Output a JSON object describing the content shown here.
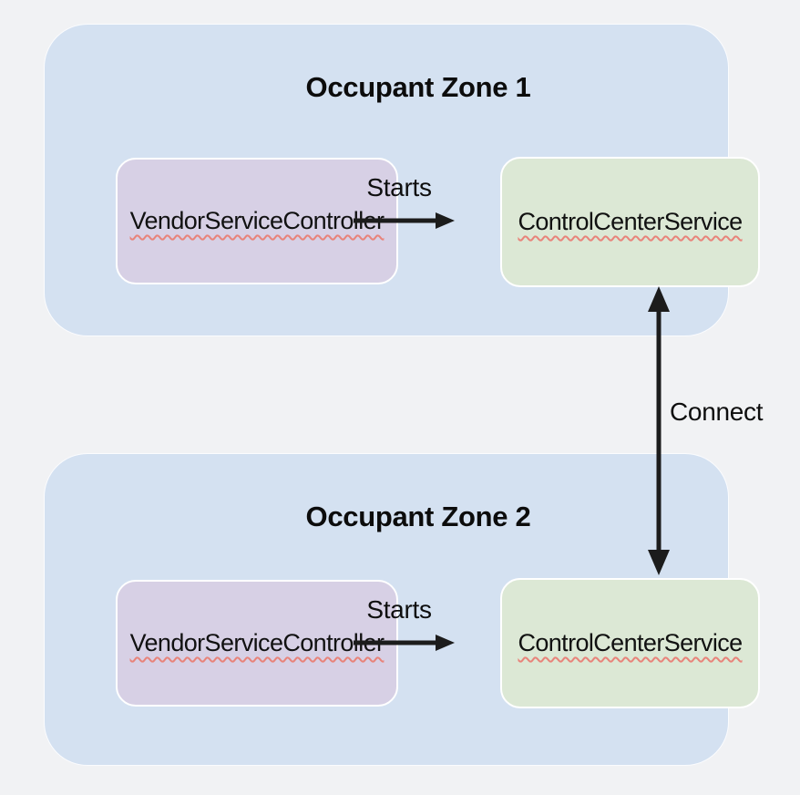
{
  "diagram": {
    "connect_label": "Connect",
    "zones": [
      {
        "title": "Occupant Zone 1",
        "vendor_label": "VendorServiceController",
        "control_label": "ControlCenterService",
        "starts_label": "Starts"
      },
      {
        "title": "Occupant Zone 2",
        "vendor_label": "VendorServiceController",
        "control_label": "ControlCenterService",
        "starts_label": "Starts"
      }
    ],
    "colors": {
      "page_background": "#f1f2f4",
      "zone_fill": "#d4e1f1",
      "vendor_node_fill": "#d7d0e5",
      "control_node_fill": "#dce8d5",
      "node_border": "#ffffff",
      "arrow": "#1c1c1c",
      "text": "#0e0e0e",
      "spellcheck_underline": "#e8837a"
    }
  }
}
